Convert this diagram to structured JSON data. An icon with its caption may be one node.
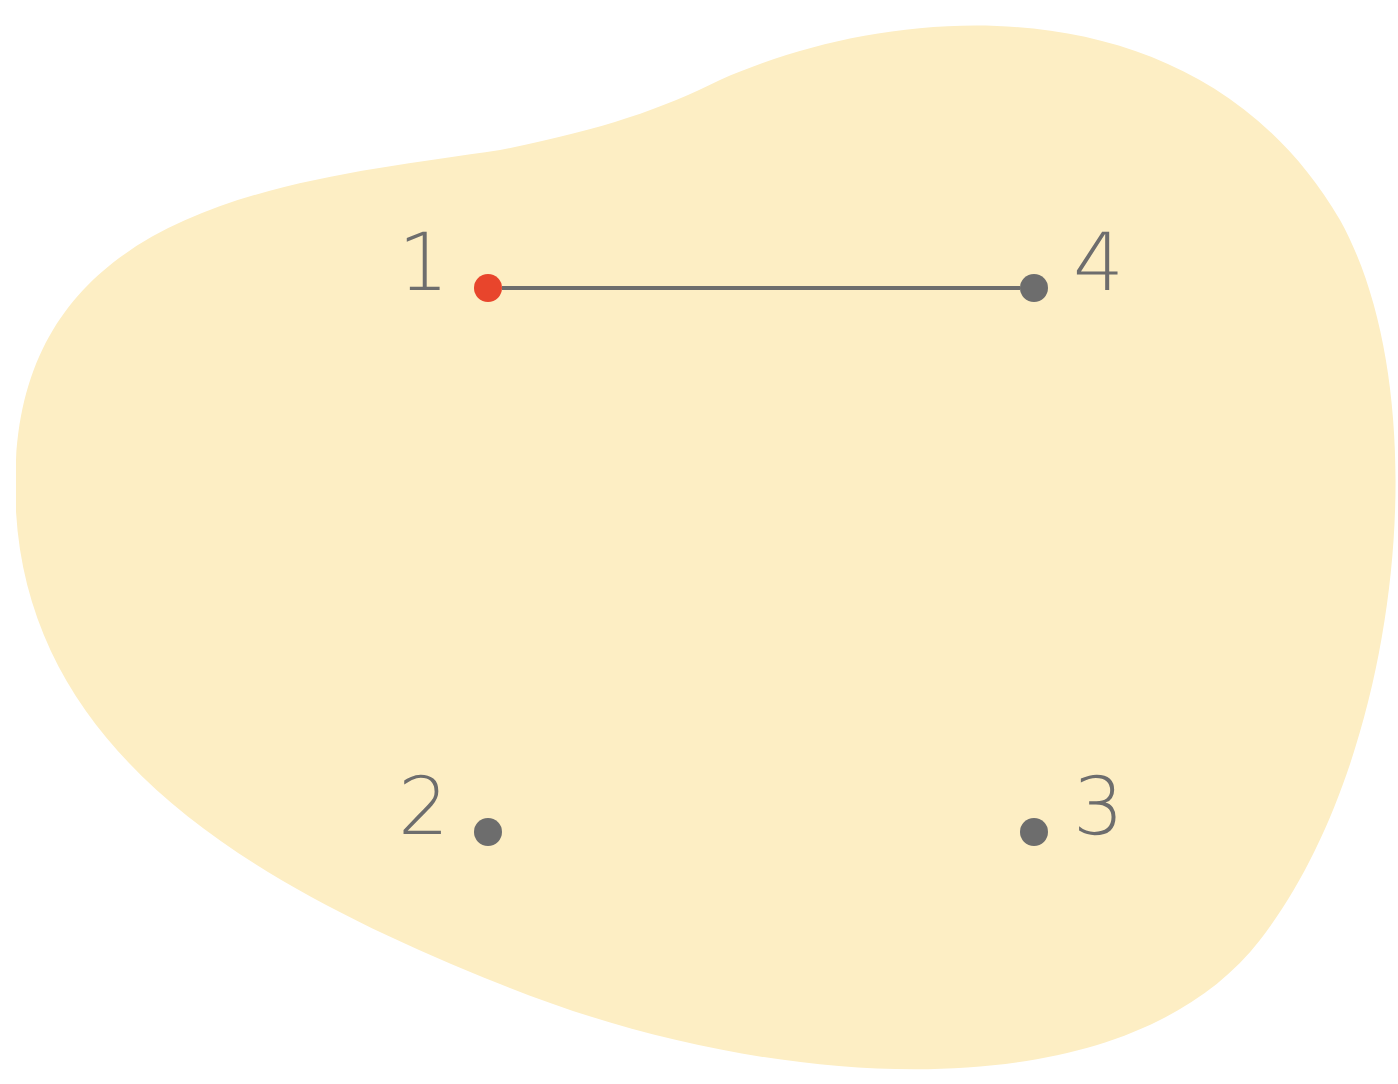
{
  "diagram": {
    "nodes": [
      {
        "text": [],
        "shape": "blob"
      },
      {
        "text": [
          "1"
        ],
        "in": 0
      },
      {
        "text": [
          "2"
        ],
        "in": 0
      },
      {
        "text": [
          "3"
        ],
        "in": 0
      },
      {
        "text": [
          "4"
        ],
        "in": 0
      }
    ],
    "edges": [
      {
        "from": 1,
        "to": 4,
        "arrow": "none"
      }
    ]
  }
}
